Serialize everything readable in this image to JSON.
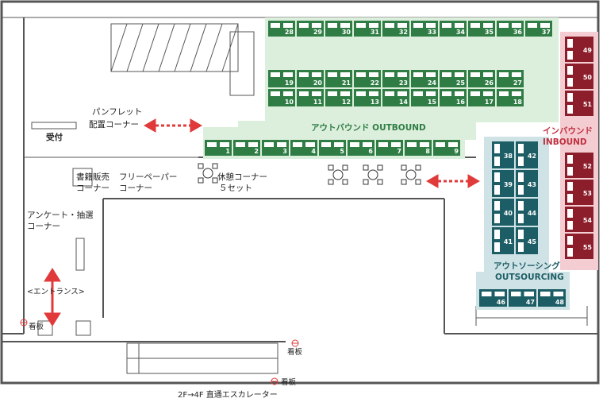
{
  "labels": {
    "pamphlet_1": "パンフレット",
    "pamphlet_2": "配置コーナー",
    "reception": "受付",
    "books_1": "書籍販売",
    "books_2": "コーナー",
    "freepaper_1": "フリーペーパー",
    "freepaper_2": "コーナー",
    "rest_1": "休憩コーナー",
    "rest_2": "５セット",
    "survey_1": "アンケート・抽選",
    "survey_2": "コーナー",
    "entrance": "<エントランス>",
    "sign_1": "看板",
    "sign_2": "看板",
    "sign_3": "看板",
    "escalator": "2F→4F 直通エスカレーター",
    "outbound": "アウトバウンド OUTBOUND",
    "inbound_1": "インバウンド",
    "inbound_2": "INBOUND",
    "outsourcing_1": "アウトソーシング",
    "outsourcing_2": "OUTSOURCING"
  },
  "booths": {
    "outbound_top": [
      "28",
      "29",
      "30",
      "31",
      "32",
      "33",
      "34",
      "35",
      "36",
      "37"
    ],
    "outbound_row2": [
      "19",
      "20",
      "21",
      "22",
      "23",
      "24",
      "25",
      "26",
      "27"
    ],
    "outbound_row3": [
      "10",
      "11",
      "12",
      "13",
      "14",
      "15",
      "16",
      "17",
      "18"
    ],
    "outbound_bottom": [
      "1",
      "2",
      "3",
      "4",
      "5",
      "6",
      "7",
      "8",
      "9"
    ],
    "outsourcing_left": [
      "38",
      "39",
      "40",
      "41"
    ],
    "outsourcing_right": [
      "42",
      "43",
      "44",
      "45"
    ],
    "outsourcing_bottom": [
      "46",
      "47",
      "48"
    ],
    "inbound": [
      "49",
      "50",
      "51",
      "52",
      "53",
      "54",
      "55"
    ]
  },
  "colors": {
    "outbound_zone": "#dcefdc",
    "booth_green": "#2f7d45",
    "outsourcing_zone": "#cfe3e6",
    "booth_teal": "#1d5e66",
    "inbound_zone": "#f4cdd3",
    "booth_red": "#8c1d2a",
    "arrow": "#e03a3a",
    "wall": "#555555"
  }
}
